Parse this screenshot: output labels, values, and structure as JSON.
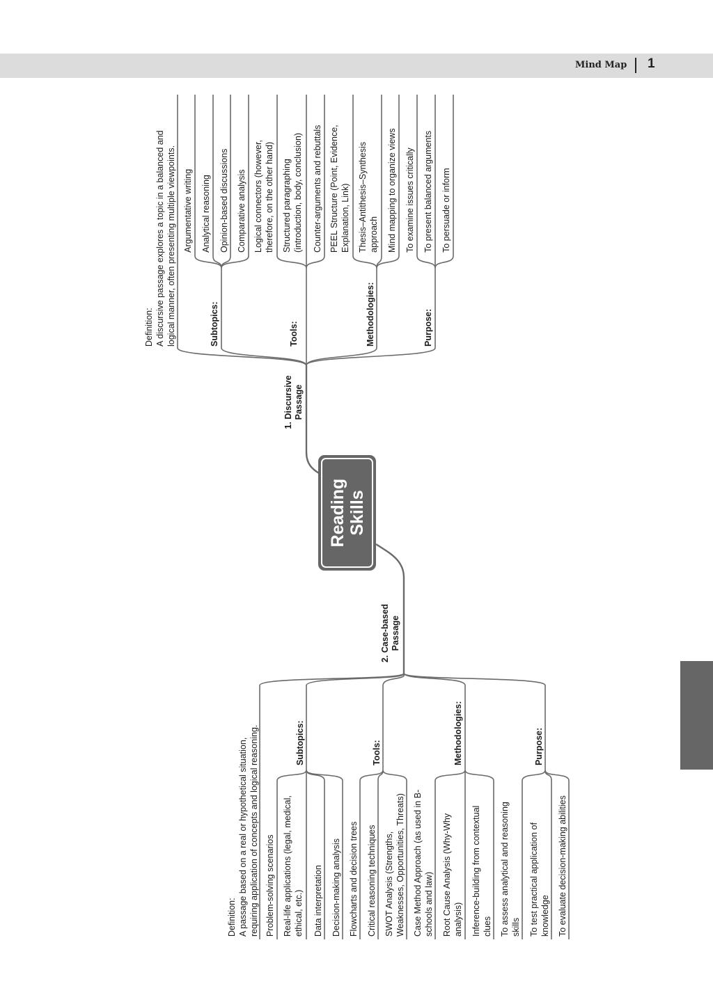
{
  "header": {
    "title": "Mind Map",
    "page_number": "1"
  },
  "center": {
    "lines": [
      "Reading",
      "Skills"
    ]
  },
  "discursive": {
    "label": [
      "1. Discursive",
      "Passage"
    ],
    "definition": [
      "Definition:",
      "A discursive passage explores a topic in a balanced and",
      "logical manner, often presenting multiple viewpoints."
    ],
    "groups": [
      {
        "label": "Subtopics:",
        "items": [
          [
            "Argumentative writing"
          ],
          [
            "Analytical reasoning"
          ],
          [
            "Opinion-based discussions"
          ],
          [
            "Comparative analysis"
          ]
        ]
      },
      {
        "label": "Tools:",
        "items": [
          [
            "Logical connectors (however,",
            "therefore, on the other hand)"
          ],
          [
            "Structured paragraphing",
            "(introduction, body, conclusion)"
          ],
          [
            "Counter-arguments and rebuttals"
          ]
        ]
      },
      {
        "label": "Methodologies:",
        "items": [
          [
            "PEEL Structure (Point, Evidence,",
            "Explanation, Link)"
          ],
          [
            "Thesis–Antithesis–Synthesis",
            "approach"
          ],
          [
            "Mind mapping to organize views"
          ]
        ]
      },
      {
        "label": "Purpose:",
        "items": [
          [
            "To examine issues critically"
          ],
          [
            "To present balanced arguments"
          ],
          [
            "To persuade or inform"
          ]
        ]
      }
    ]
  },
  "casebased": {
    "label": [
      "2. Case-based",
      "Passage"
    ],
    "definition": [
      "Definition:",
      "A passage based on a real or hypothetical situation,",
      "requiring application of concepts and logical reasoning."
    ],
    "groups": [
      {
        "label": "Subtopics:",
        "items": [
          [
            "Problem-solving scenarios"
          ],
          [
            "Real-life applications (legal, medical,",
            "ethical, etc.)"
          ],
          [
            "Data interpretation"
          ],
          [
            "Decision-making analysis"
          ]
        ]
      },
      {
        "label": "Tools:",
        "items": [
          [
            "Flowcharts and decision trees"
          ],
          [
            "Critical reasoning techniques"
          ],
          [
            "SWOT Analysis (Strengths,",
            "Weaknesses, Opportunities, Threats)"
          ]
        ]
      },
      {
        "label": "Methodologies:",
        "items": [
          [
            "Case Method Approach (as used in B-",
            "schools and law)"
          ],
          [
            "Root Cause Analysis (Why-Why",
            "analysis)"
          ],
          [
            "Inference-building from contextual",
            "clues"
          ]
        ]
      },
      {
        "label": "Purpose:",
        "items": [
          [
            "To assess analytical and reasoning",
            "skills"
          ],
          [
            "To test practical application of",
            "knowledge"
          ],
          [
            "To evaluate decision-making abilities"
          ]
        ]
      }
    ]
  },
  "colors": {
    "line": "#6a6a6a",
    "center_box": "#666666",
    "header_bar": "#dcdcdc",
    "side_tab": "#666666"
  }
}
